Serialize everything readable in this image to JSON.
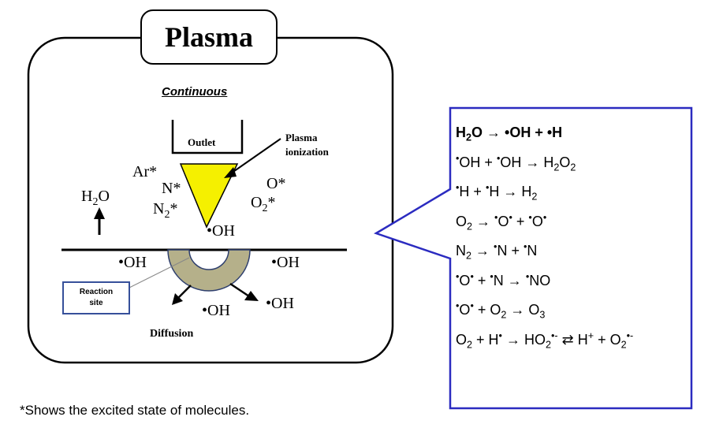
{
  "title": "Plasma",
  "mode_label": "Continuous",
  "outlet_label": "Outlet",
  "plasma_ionization_label": [
    "Plasma",
    "ionization"
  ],
  "species": {
    "argon": "Ar*",
    "nitrogen_atom": "N*",
    "nitrogen_molecule": "N",
    "nitrogen_molecule_sub": "2",
    "nitrogen_molecule_star": "*",
    "oxygen_atom": "O*",
    "oxygen_molecule": "O",
    "oxygen_molecule_sub": "2",
    "oxygen_molecule_star": "*",
    "water": "H",
    "water_sub": "2",
    "water_tail": "O",
    "hydroxyl": "•OH"
  },
  "reaction_site_label": [
    "Reaction",
    "site"
  ],
  "diffusion_label": "Diffusion",
  "reactions": [
    [
      {
        "t": "H"
      },
      {
        "t": "2",
        "s": "sub"
      },
      {
        "t": "O → •OH + •H"
      }
    ],
    [
      {
        "t": "•",
        "s": "sup"
      },
      {
        "t": "OH + "
      },
      {
        "t": "•",
        "s": "sup"
      },
      {
        "t": "OH → H"
      },
      {
        "t": "2",
        "s": "sub"
      },
      {
        "t": "O"
      },
      {
        "t": "2",
        "s": "sub"
      }
    ],
    [
      {
        "t": "•",
        "s": "sup"
      },
      {
        "t": "H + "
      },
      {
        "t": "•",
        "s": "sup"
      },
      {
        "t": "H → H"
      },
      {
        "t": "2",
        "s": "sub"
      }
    ],
    [
      {
        "t": "O"
      },
      {
        "t": "2",
        "s": "sub"
      },
      {
        "t": " → "
      },
      {
        "t": "•",
        "s": "sup"
      },
      {
        "t": "O"
      },
      {
        "t": "•",
        "s": "sup"
      },
      {
        "t": " + "
      },
      {
        "t": "•",
        "s": "sup"
      },
      {
        "t": "O"
      },
      {
        "t": "•",
        "s": "sup"
      }
    ],
    [
      {
        "t": "N"
      },
      {
        "t": "2",
        "s": "sub"
      },
      {
        "t": " → "
      },
      {
        "t": "•",
        "s": "sup"
      },
      {
        "t": "N + "
      },
      {
        "t": "•",
        "s": "sup"
      },
      {
        "t": "N"
      }
    ],
    [
      {
        "t": "•",
        "s": "sup"
      },
      {
        "t": "O"
      },
      {
        "t": "•",
        "s": "sup"
      },
      {
        "t": " + "
      },
      {
        "t": "•",
        "s": "sup"
      },
      {
        "t": "N → "
      },
      {
        "t": "•",
        "s": "sup"
      },
      {
        "t": "NO"
      }
    ],
    [
      {
        "t": "•",
        "s": "sup"
      },
      {
        "t": "O"
      },
      {
        "t": "•",
        "s": "sup"
      },
      {
        "t": " + O"
      },
      {
        "t": "2",
        "s": "sub"
      },
      {
        "t": " → O"
      },
      {
        "t": "3",
        "s": "sub"
      }
    ],
    [
      {
        "t": "O"
      },
      {
        "t": "2",
        "s": "sub"
      },
      {
        "t": " + H"
      },
      {
        "t": "•",
        "s": "sup"
      },
      {
        "t": " → HO"
      },
      {
        "t": "2",
        "s": "sub"
      },
      {
        "t": "•-",
        "s": "sup"
      },
      {
        "t": " ⇄ H"
      },
      {
        "t": "+",
        "s": "sup"
      },
      {
        "t": " + O"
      },
      {
        "t": "2",
        "s": "sub"
      },
      {
        "t": "•-",
        "s": "sup"
      }
    ]
  ],
  "footnote": "*Shows the excited state of molecules.",
  "colors": {
    "plasma_cone": "#f5f000",
    "reaction_site_ring": "#b5b08a",
    "reaction_box_border": "#2b2bc0",
    "reaction_site_border": "#36509a"
  }
}
